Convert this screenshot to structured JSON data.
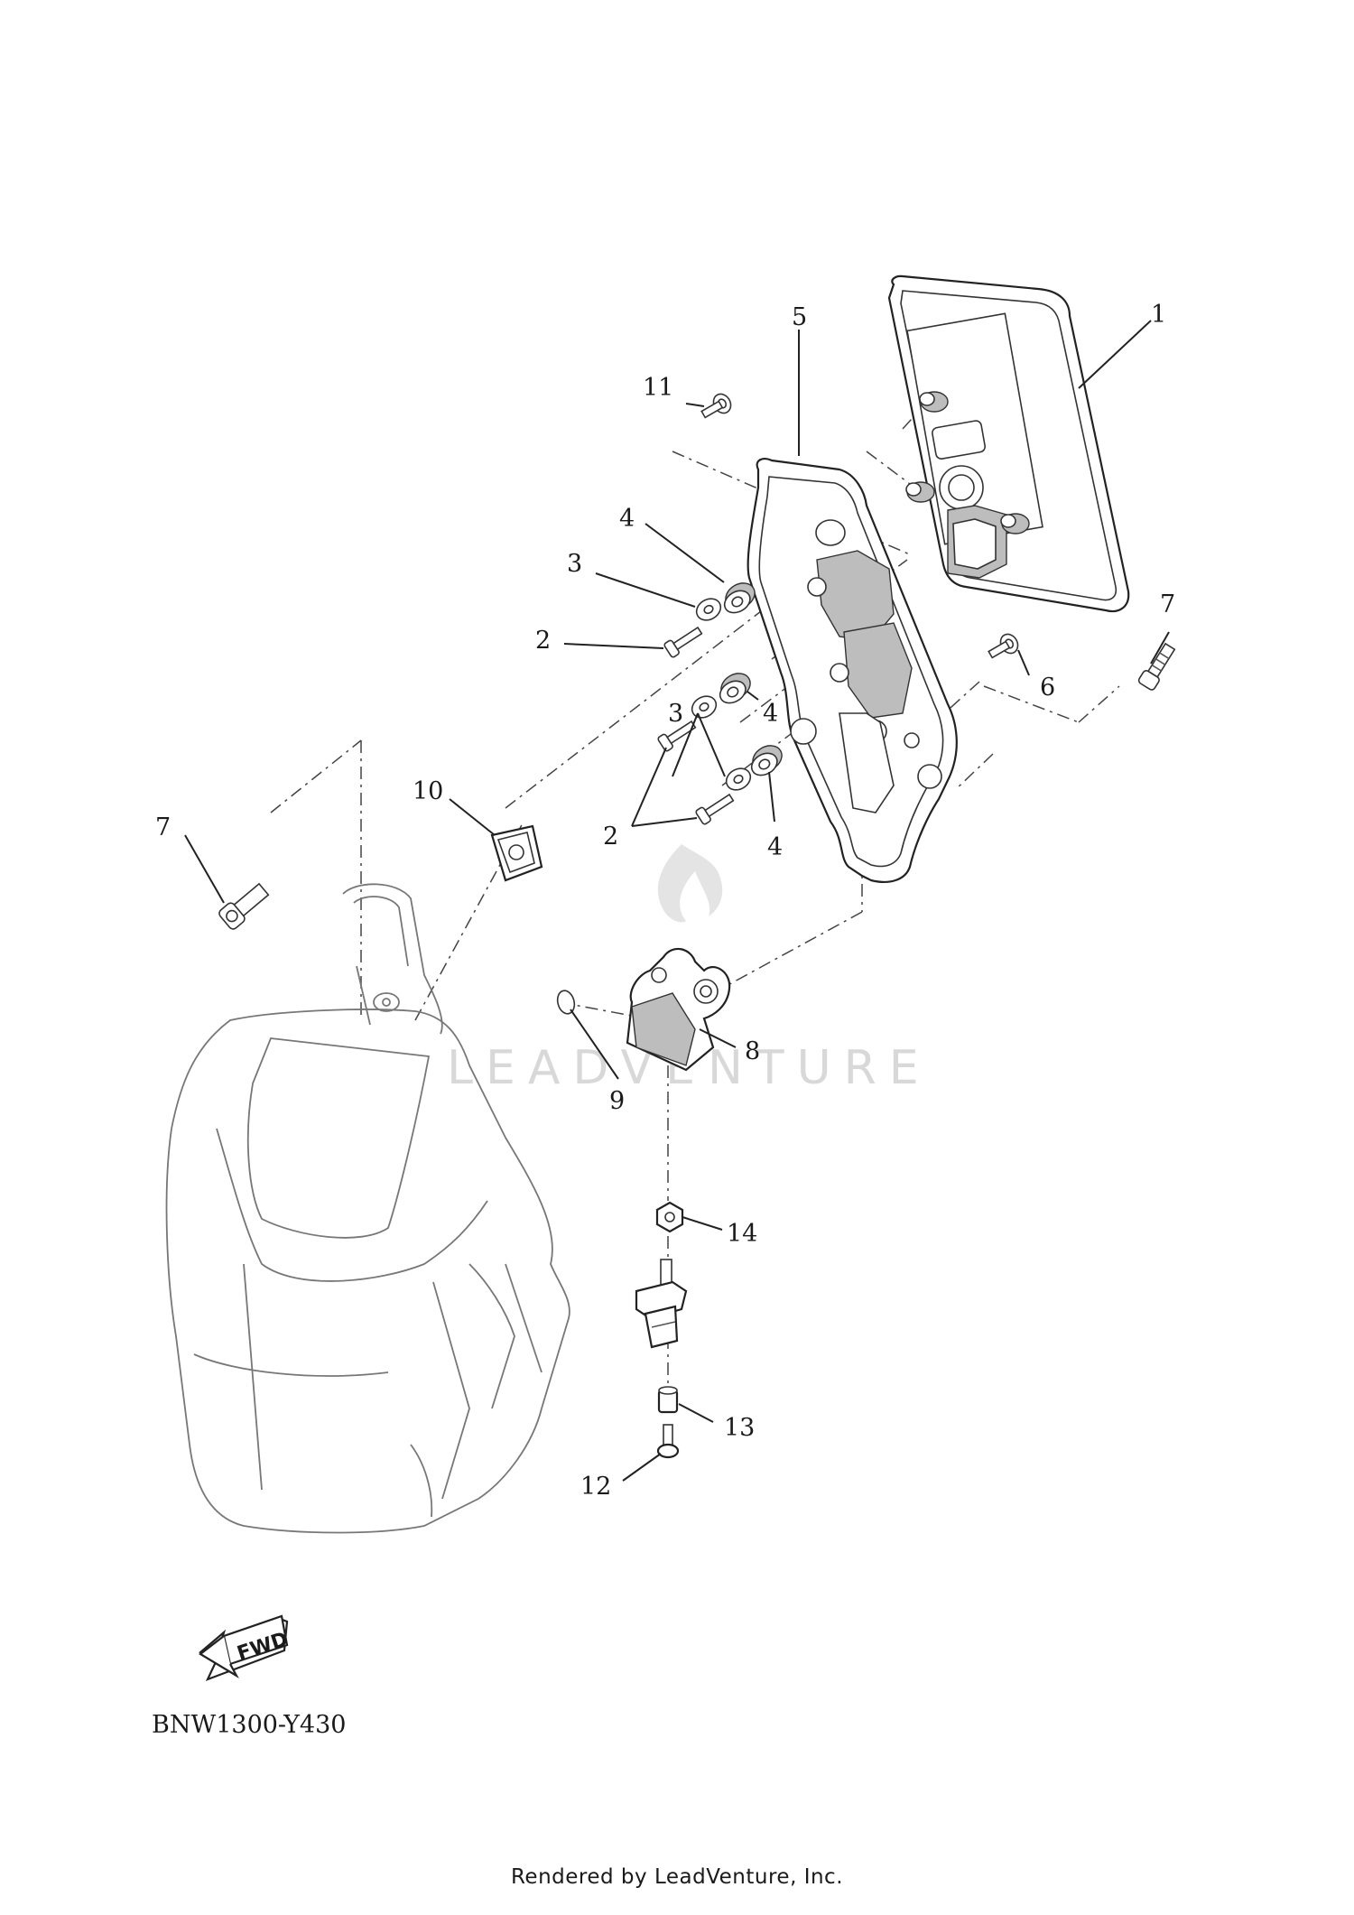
{
  "diagram": {
    "callouts": {
      "c1": "1",
      "c2a": "2",
      "c2b": "2",
      "c3a": "3",
      "c3b": "3",
      "c4a": "4",
      "c4b": "4",
      "c4c": "4",
      "c5": "5",
      "c6": "6",
      "c7a": "7",
      "c7b": "7",
      "c8": "8",
      "c9": "9",
      "c10": "10",
      "c11": "11",
      "c12": "12",
      "c13": "13",
      "c14": "14"
    },
    "fwd_label": "FWD",
    "code": "BNW1300-Y430",
    "watermark": "LEADVENTURE"
  },
  "footer": {
    "text": "Rendered by LeadVenture, Inc."
  }
}
